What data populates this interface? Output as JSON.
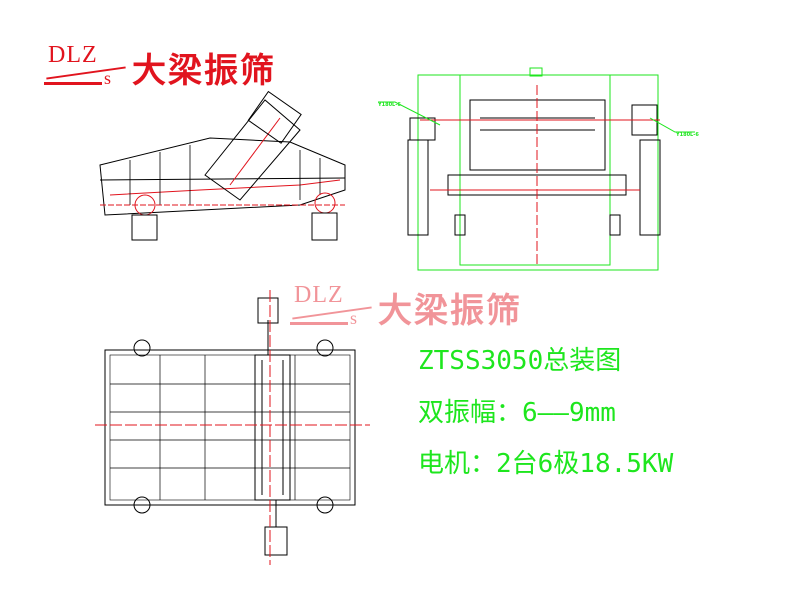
{
  "logo": {
    "mark": "DLZ",
    "mark_sub": "s",
    "name": "大梁振筛"
  },
  "specs": {
    "model_title": "ZTSS3050总装图",
    "amplitude": "双振幅：6——9mm",
    "motor": "电机：2台6极18.5KW"
  },
  "colors": {
    "outline": "#000000",
    "centerline": "#e1141e",
    "dimension": "#1ee61e",
    "logo": "#e1141e"
  }
}
